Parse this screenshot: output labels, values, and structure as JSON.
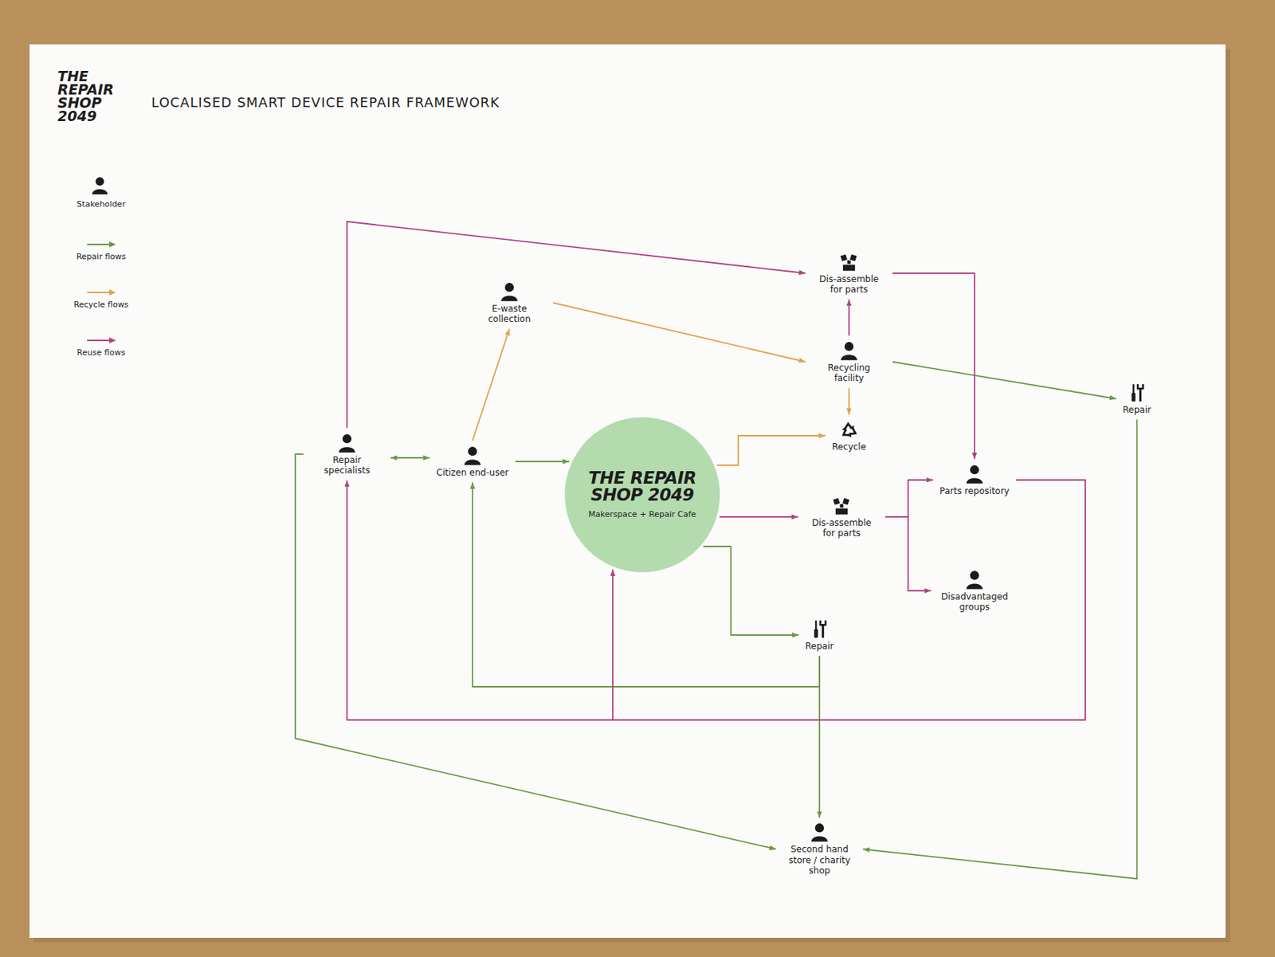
{
  "diagram": {
    "title": "LOCALISED SMART DEVICE REPAIR FRAMEWORK",
    "nodes": [
      {
        "text": [
          "Repair specialists"
        ]
      },
      {
        "text": [
          "Citizen end-user"
        ]
      },
      {
        "text": [
          "E-waste collection"
        ]
      },
      {
        "text": [
          "THE REPAIR SHOP 2049",
          "Makerspace + Repair Cafe"
        ]
      },
      {
        "text": [
          "Dis-assemble for parts"
        ]
      },
      {
        "text": [
          "Recycling facility"
        ]
      },
      {
        "text": [
          "Repair"
        ]
      },
      {
        "text": [
          "Recycle"
        ]
      },
      {
        "text": [
          "Dis-assemble for parts"
        ]
      },
      {
        "text": [
          "Repair"
        ]
      },
      {
        "text": [
          "Parts repository"
        ]
      },
      {
        "text": [
          "Disadvantaged groups"
        ]
      },
      {
        "text": [
          "Second hand store / charity shop"
        ]
      }
    ],
    "edges": [
      {
        "from": 0,
        "to": 1,
        "arrow": "both"
      },
      {
        "from": 1,
        "to": 2,
        "arrow": "to"
      },
      {
        "from": 1,
        "to": 3,
        "arrow": "to"
      },
      {
        "from": 2,
        "to": 5,
        "arrow": "to"
      },
      {
        "from": 0,
        "to": 4,
        "arrow": "to"
      },
      {
        "from": 5,
        "to": 4,
        "arrow": "to"
      },
      {
        "from": 5,
        "to": 7,
        "arrow": "to"
      },
      {
        "from": 5,
        "to": 6,
        "arrow": "to"
      },
      {
        "from": 4,
        "to": 10,
        "arrow": "to"
      },
      {
        "from": 3,
        "to": 7,
        "arrow": "to"
      },
      {
        "from": 3,
        "to": 8,
        "arrow": "to"
      },
      {
        "from": 3,
        "to": 9,
        "arrow": "to"
      },
      {
        "from": 8,
        "to": 10,
        "arrow": "to"
      },
      {
        "from": 8,
        "to": 11,
        "arrow": "to"
      },
      {
        "from": 9,
        "to": 1,
        "arrow": "to"
      },
      {
        "from": 9,
        "to": 12,
        "arrow": "to"
      },
      {
        "from": 0,
        "to": 12,
        "arrow": "to"
      },
      {
        "from": 10,
        "to": 0,
        "arrow": "to"
      },
      {
        "from": 10,
        "to": 3,
        "arrow": "to"
      },
      {
        "from": 6,
        "to": 12,
        "arrow": "to"
      }
    ],
    "labels": [
      "THE REPAIR SHOP 2049"
    ],
    "legend": [
      {
        "text": "Stakeholder"
      },
      {
        "text": "Repair flows"
      },
      {
        "text": "Recycle flows"
      },
      {
        "text": "Reuse flows"
      }
    ]
  }
}
